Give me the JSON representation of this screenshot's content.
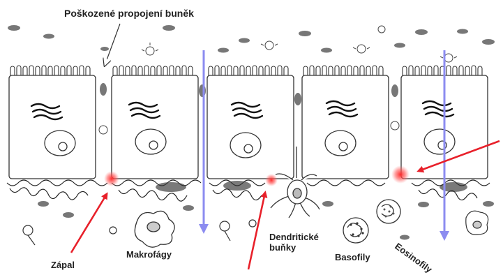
{
  "labels": {
    "damaged_junction": "Poškozené propojení buněk",
    "inflammation": "Zápal",
    "macrophages": "Makrofágy",
    "dendritic_line1": "Dendritické",
    "dendritic_line2": "buňky",
    "basophils": "Basofily",
    "eosinophils": "Eosinofily"
  },
  "colors": {
    "outline": "#333333",
    "blob": "#777777",
    "arrow_red": "#e8202a",
    "arrow_blue": "#8c8cf0",
    "inflammation_glow": "#ff3b3b"
  }
}
